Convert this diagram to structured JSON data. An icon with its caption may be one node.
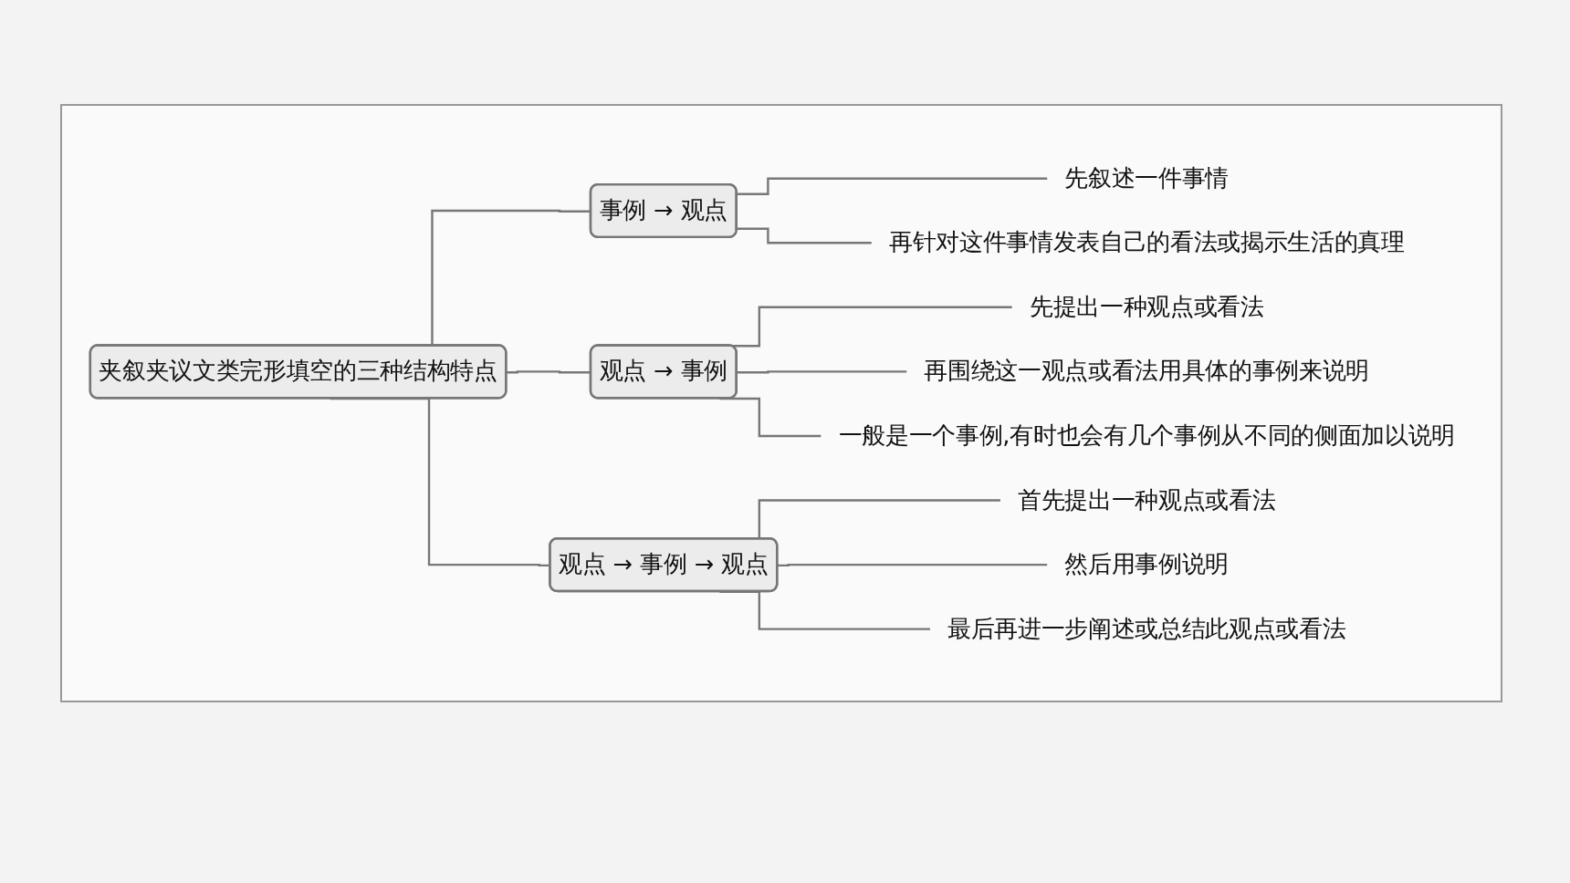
{
  "diagram": {
    "nodes": [
      {
        "text": [
          "夹叙夹议文类完形填空的三种结构特点"
        ]
      },
      {
        "text": [
          "事例 → 观点"
        ]
      },
      {
        "text": [
          "先叙述一件事情"
        ]
      },
      {
        "text": [
          "再针对这件事情发表自己的看法或揭示生活的真理"
        ]
      },
      {
        "text": [
          "观点 → 事例"
        ]
      },
      {
        "text": [
          "先提出一种观点或看法"
        ]
      },
      {
        "text": [
          "再围绕这一观点或看法用具体的事例来说明"
        ]
      },
      {
        "text": [
          "一般是一个事例,有时也会有几个事例从不同的侧面加以说明"
        ]
      },
      {
        "text": [
          "观点 → 事例 → 观点"
        ]
      },
      {
        "text": [
          "首先提出一种观点或看法"
        ]
      },
      {
        "text": [
          "然后用事例说明"
        ]
      },
      {
        "text": [
          "最后再进一步阐述或总结此观点或看法"
        ]
      }
    ],
    "edges": [
      {
        "from": 0,
        "to": 1,
        "arrow": "none"
      },
      {
        "from": 1,
        "to": 2,
        "arrow": "none"
      },
      {
        "from": 1,
        "to": 3,
        "arrow": "none"
      },
      {
        "from": 0,
        "to": 4,
        "arrow": "none"
      },
      {
        "from": 4,
        "to": 5,
        "arrow": "none"
      },
      {
        "from": 4,
        "to": 6,
        "arrow": "none"
      },
      {
        "from": 4,
        "to": 7,
        "arrow": "none"
      },
      {
        "from": 0,
        "to": 8,
        "arrow": "none"
      },
      {
        "from": 8,
        "to": 9,
        "arrow": "none"
      },
      {
        "from": 8,
        "to": 10,
        "arrow": "none"
      },
      {
        "from": 8,
        "to": 11,
        "arrow": "none"
      }
    ]
  }
}
